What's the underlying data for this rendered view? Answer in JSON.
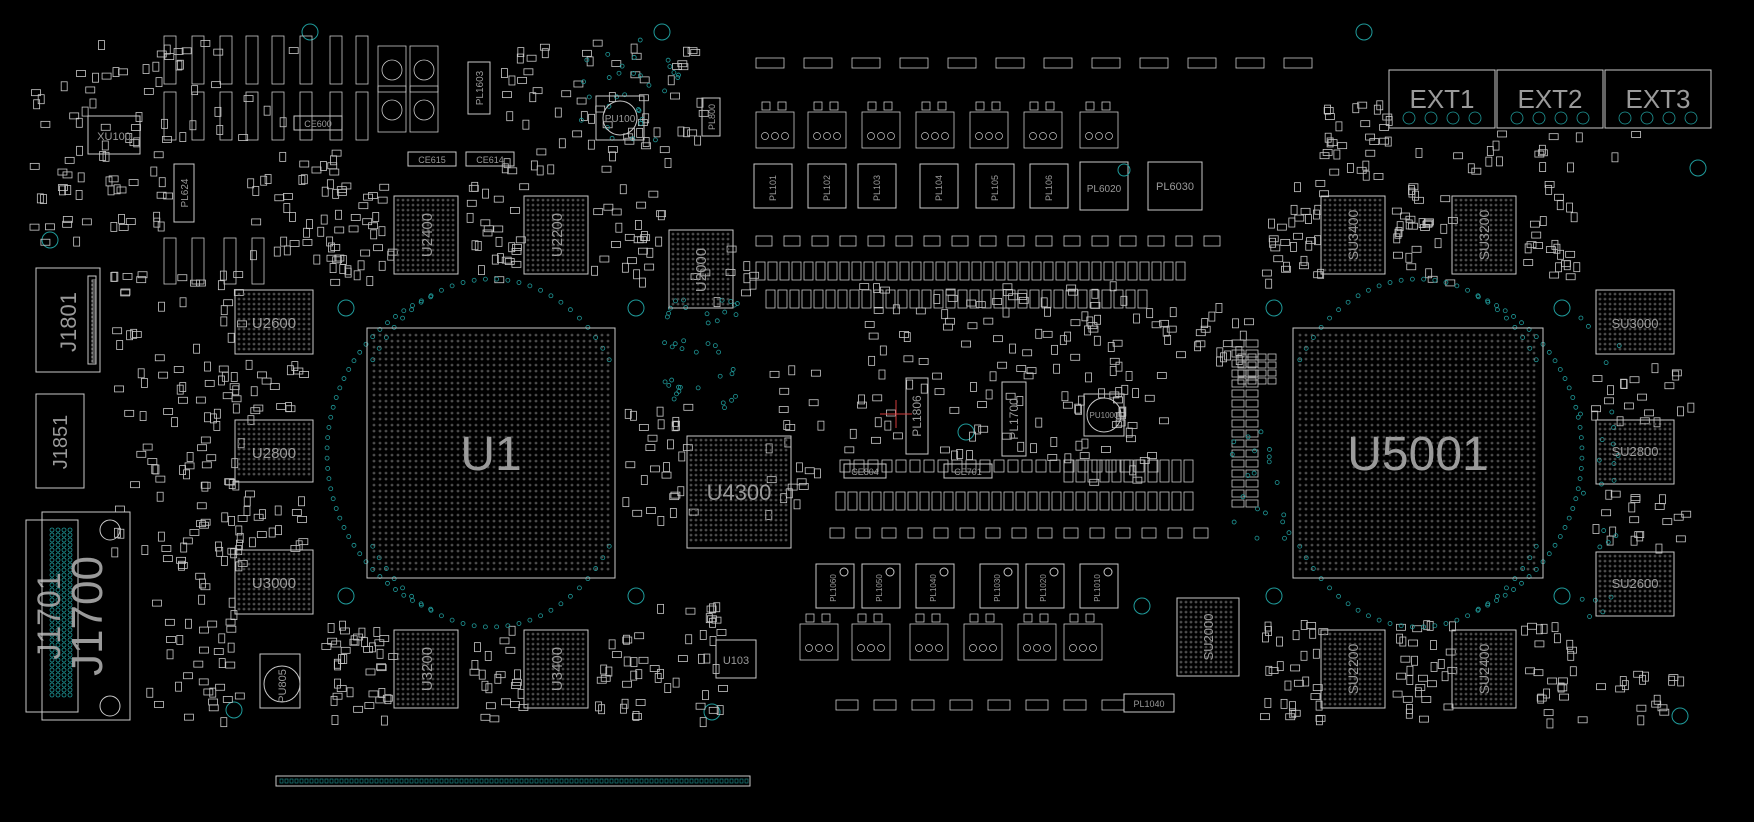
{
  "colors": {
    "background": "#000000",
    "outline": "#c8c8c8",
    "label": "#9a9a9a",
    "via": "#1f9a9a",
    "marker": "#d23c3c"
  },
  "large_chips": {
    "left_bga": "U1",
    "right_bga": "U5001",
    "center_bga": "U4300"
  },
  "connectors": {
    "j1801": "J1801",
    "j1851": "J1851",
    "j1701": "J1701",
    "j1700": "J1700"
  },
  "ext": {
    "ext1": "EXT1",
    "ext2": "EXT2",
    "ext3": "EXT3"
  },
  "chips": {
    "u2600": "U2600",
    "u2800": "U2800",
    "u3000": "U3000",
    "u2400": "U2400",
    "u2200": "U2200",
    "u2000": "U2000",
    "u3200": "U3200",
    "u3400": "U3400",
    "su3400": "SU3400",
    "su3200": "SU3200",
    "su3000": "SU3000",
    "su2800": "SU2800",
    "su2600": "SU2600",
    "su2200": "SU2200",
    "su2400": "SU2400",
    "su2000": "SU2000",
    "xu100": "XU100",
    "pu100": "PU100",
    "u103": "U103",
    "pu805": "PU805",
    "pu1000": "PU1000"
  },
  "inductors": {
    "pl101": "PL101",
    "pl102": "PL102",
    "pl103": "PL103",
    "pl104": "PL104",
    "pl105": "PL105",
    "pl106": "PL106",
    "pl6030": "PL6030",
    "pl6020": "PL6020",
    "pl1806": "PL1806",
    "pl1700": "PL1700",
    "pl1050": "PL1050",
    "pl1060": "PL1060",
    "pl1040": "PL1040",
    "pl1030": "PL1030",
    "pl1020": "PL1020",
    "pl1010": "PL1010",
    "pl1040b": "PL1040",
    "pl1603": "PL1603",
    "pl624": "PL624",
    "pl800": "PL800"
  },
  "small_labels": {
    "ce600": "CE600",
    "ce615": "CE615",
    "ce614": "CE614",
    "ce804": "CE804",
    "ce701": "CE701"
  }
}
